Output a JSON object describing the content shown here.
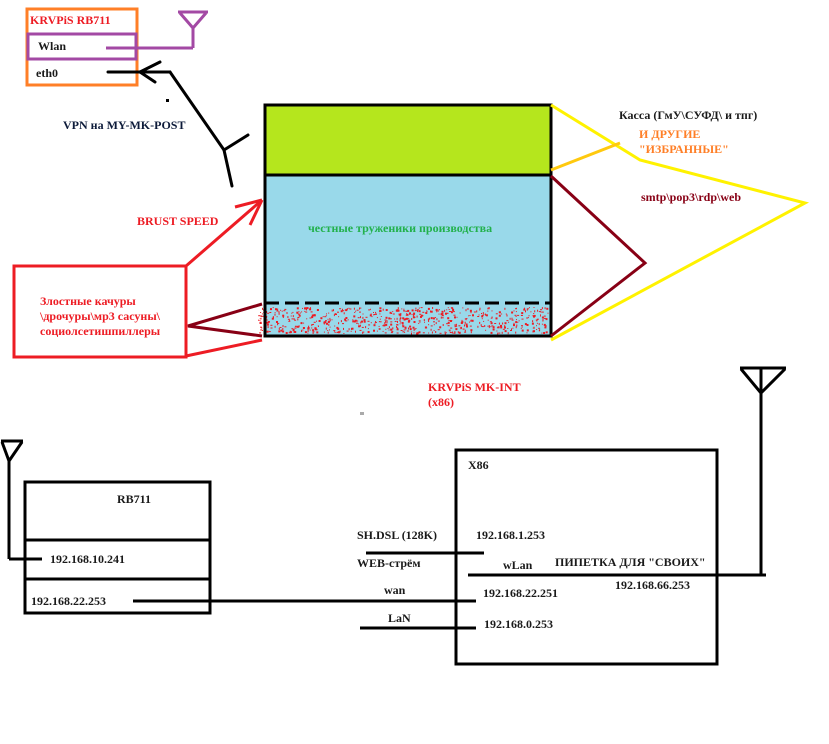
{
  "top_router": {
    "title": "KRVPiS RB711",
    "wlan_label": "Wlan",
    "eth_label": "eth0"
  },
  "vpn_label": "VPN на MY-MK-POST",
  "traffic_box": {
    "priority_label": "Касса (ГмУ\\СУФД\\ и тпг)",
    "others_label_line1": "И ДРУГИЕ",
    "others_label_line2": "\"ИЗБРАННЫЕ\"",
    "protocols_label": "smtp\\pop3\\rdp\\web",
    "middle_label": "честные труженики производства",
    "burst_label": "BRUST SPEED",
    "bad_users_line1": "Злостные качуры",
    "bad_users_line2": "\\дрочуры\\мр3 сасуны\\",
    "bad_users_line3": "социолсетишпиллеры"
  },
  "main_router_caption": {
    "line1": "KRVPiS MK-INT",
    "line2": "(x86)"
  },
  "rb711": {
    "title": "RB711",
    "ip_wireless": "192.168.10.241",
    "ip_wired": "192.168.22.253"
  },
  "x86": {
    "title": "X86",
    "ip_dsl": "192.168.1.253",
    "wlan_label": "wLan",
    "wlan_desc": "ПИПЕТКА ДЛЯ \"СВОИХ\"",
    "ip_wlan": "192.168.66.253",
    "ip_wan": "192.168.22.251",
    "ip_lan": "192.168.0.253"
  },
  "links": {
    "dsl_label": "SH.DSL (128K)",
    "web_label": "WEB-стрём",
    "wan_label": "wan",
    "lan_label": "LaN"
  },
  "colors": {
    "priority_fill": "#b5e61d",
    "middle_fill": "#99d9ea",
    "noise": "#ed1c24",
    "router_border": "#ff7f27",
    "wlan_border": "#a349a4",
    "yellow": "#fff200",
    "maroon": "#880015"
  }
}
